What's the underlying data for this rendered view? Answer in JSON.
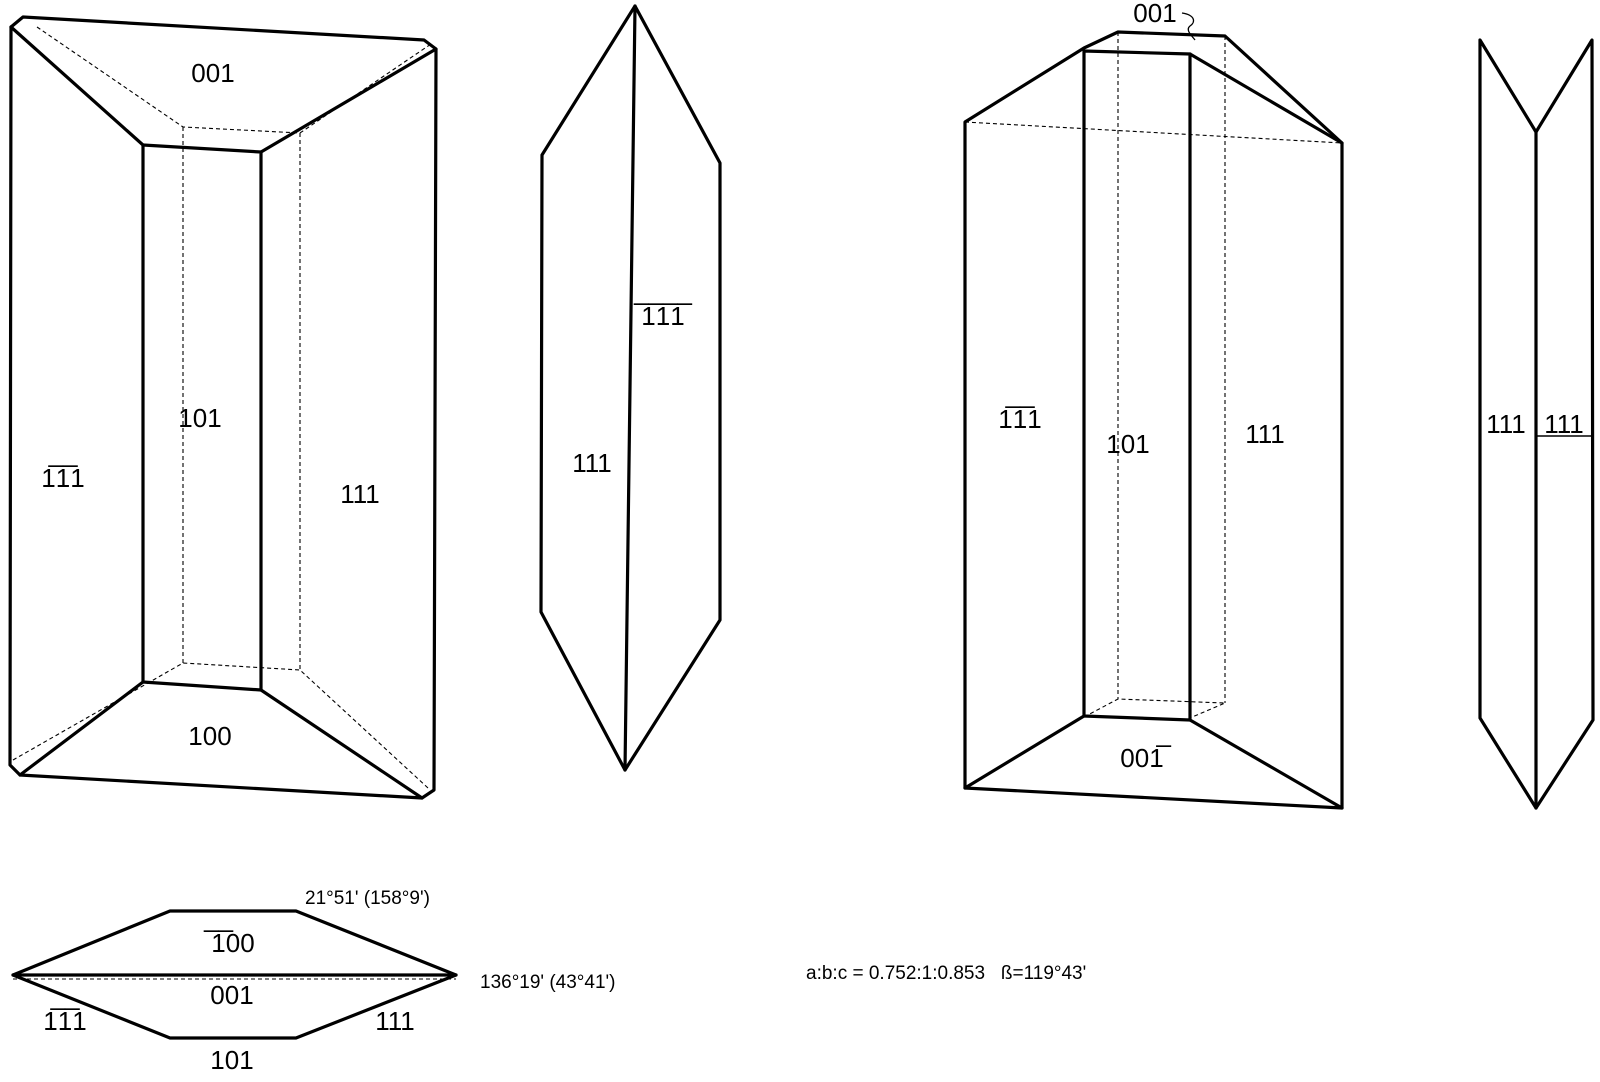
{
  "figure_a": {
    "faces": {
      "top": "001",
      "center": "101",
      "left": "1̅1̅1",
      "right": "111",
      "bottom": "100"
    }
  },
  "figure_b": {
    "faces": {
      "back": "̅1̅1̅1̅",
      "front": "111"
    }
  },
  "figure_c": {
    "faces": {
      "top": "001",
      "center": "101",
      "left": "1̅1̅1",
      "right": "111",
      "bottom": "001̅"
    }
  },
  "figure_d": {
    "faces": {
      "left": "111",
      "right": "111"
    }
  },
  "figure_e": {
    "faces": {
      "top": "̅1̅00",
      "center": "001",
      "left": "1̅1̅1",
      "right": "111",
      "bottom": "101"
    },
    "angle_top": "21°51' (158°9')",
    "angle_right": "136°19' (43°41')"
  },
  "parameters": "a:b:c = 0.752:1:0.853   ß=119°43'"
}
